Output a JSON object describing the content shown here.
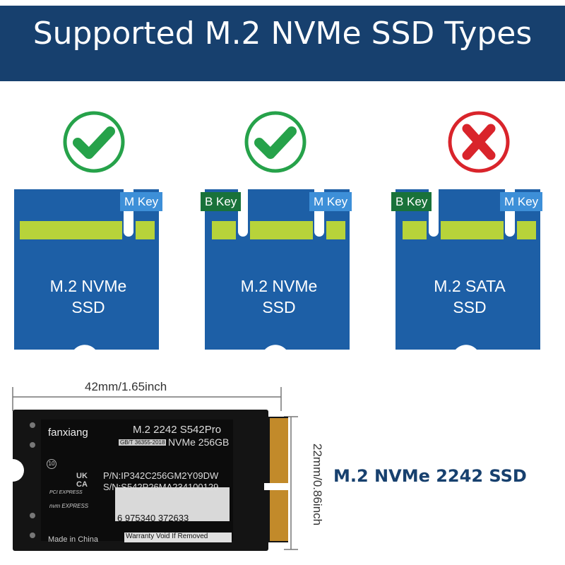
{
  "header": {
    "title": "Supported M.2 NVMe SSD Types"
  },
  "cards": [
    {
      "status": "check",
      "keys": [
        "M Key"
      ],
      "line1": "M.2 NVMe",
      "line2": "SSD"
    },
    {
      "status": "check",
      "keys": [
        "B Key",
        "M Key"
      ],
      "line1": "M.2 NVMe",
      "line2": "SSD"
    },
    {
      "status": "cross",
      "keys": [
        "B Key",
        "M Key"
      ],
      "line1": "M.2 SATA",
      "line2": "SSD"
    }
  ],
  "dimensions": {
    "width": "42mm/1.65inch",
    "height": "22mm/0.86inch"
  },
  "product": {
    "title": "M.2 NVMe 2242 SSD",
    "brand": "fanxiang",
    "model": "M.2 2242 S542Pro",
    "capacity": "NVMe 256GB",
    "standard": "GB/T 36355-2018",
    "pn": "P/N:IP342C256GM2Y09DW",
    "sn": "S/N:S542P26MA234100129",
    "barcode_number": "6 975340 372633",
    "warranty": "Warranty Void If Removed",
    "made_in": "Made in China",
    "ukca": "UK CA",
    "pci_express": "PCI EXPRESS",
    "nvm_express": "nvm EXPRESS",
    "class_badge": "10"
  },
  "colors": {
    "banner": "#17406e",
    "card": "#1d5fa6",
    "contacts": "#b7d33a",
    "check": "#26a24a",
    "cross": "#d9242b",
    "m_key": "#3d8fd8",
    "b_key": "#19723a"
  },
  "icons": [
    "check-icon",
    "cross-icon"
  ]
}
